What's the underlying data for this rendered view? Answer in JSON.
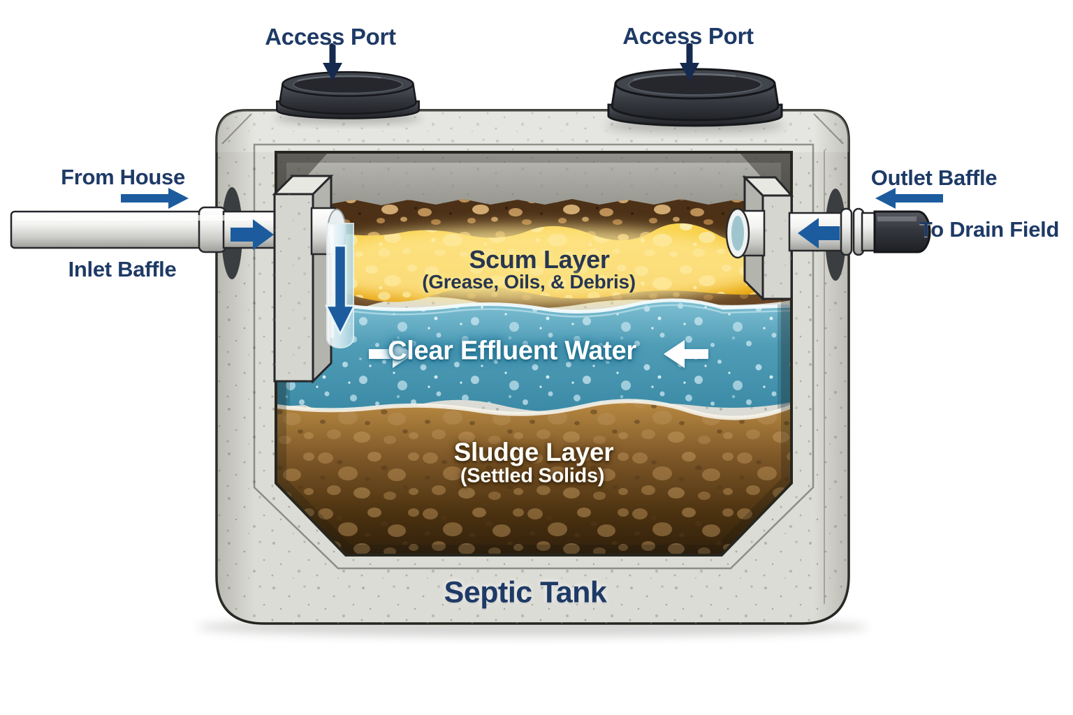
{
  "diagram": {
    "caption": "Septic Tank",
    "access_ports": {
      "left_label": "Access Port",
      "right_label": "Access Port"
    },
    "inlet": {
      "source_label": "From House",
      "baffle_label": "Inlet Baffle"
    },
    "outlet": {
      "baffle_label": "Outlet Baffle",
      "destination_label": "To Drain Field"
    },
    "layers": {
      "scum": {
        "title": "Scum Layer",
        "subtitle": "(Grease, Oils, & Debris)",
        "color": "#f3bc16"
      },
      "effluent": {
        "title": "Clear Effluent Water",
        "color": "#4f9cb6"
      },
      "sludge": {
        "title": "Sludge Layer",
        "subtitle": "(Settled Solids)",
        "color": "#6b4a22"
      }
    },
    "colors": {
      "label_text": "#1e3a66",
      "pointer_arrow": "#16294e",
      "flow_arrow": "#1c5c9e",
      "effluent_arrow": "#ffffff",
      "concrete": "#dcdcd6",
      "lid": "#34373c",
      "pipe": "#f2f2f0",
      "drain_pipe": "#34373d"
    },
    "icons": {
      "port_pointer": "arrow-down",
      "inlet_flow": "arrow-right",
      "inlet_drop": "arrow-down",
      "outlet_flow": "arrow-left",
      "effluent_flow_left": "arrow-right",
      "effluent_flow_right": "arrow-left"
    }
  }
}
